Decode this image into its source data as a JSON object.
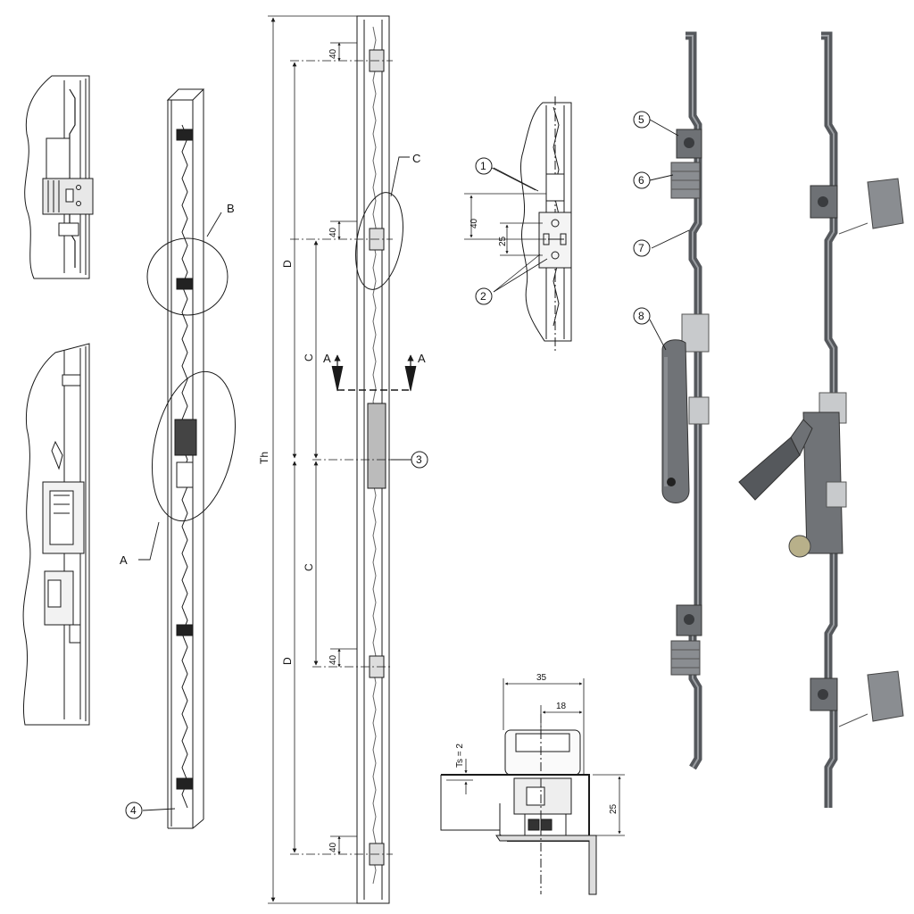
{
  "colors": {
    "line": "#1a1a1a",
    "rod_dark": "#55585c",
    "rod_mid": "#6e7175",
    "rod_light": "#9a9da1",
    "paper": "#ffffff"
  },
  "view_labels": {
    "detail_a": "A",
    "detail_b": "B",
    "detail_c": "C",
    "section_left": "A",
    "section_right": "A"
  },
  "dimensions": {
    "total_height": "Th",
    "distance_d_upper": "D",
    "distance_d_lower": "D",
    "distance_c_upper": "C",
    "distance_c_lower": "C",
    "offset_top": "40",
    "offset_c": "40",
    "offset_lower": "40",
    "offset_bottom": "40",
    "detail_pitch_40": "40",
    "detail_pitch_25": "25",
    "section_width_35": "35",
    "section_width_18": "18",
    "section_height_25": "25",
    "sheet_thickness": "Ts = 2"
  },
  "callouts": {
    "c1": "1",
    "c2": "2",
    "c3": "3",
    "c4": "4",
    "c5": "5",
    "c6": "6",
    "c7": "7",
    "c8": "8"
  }
}
